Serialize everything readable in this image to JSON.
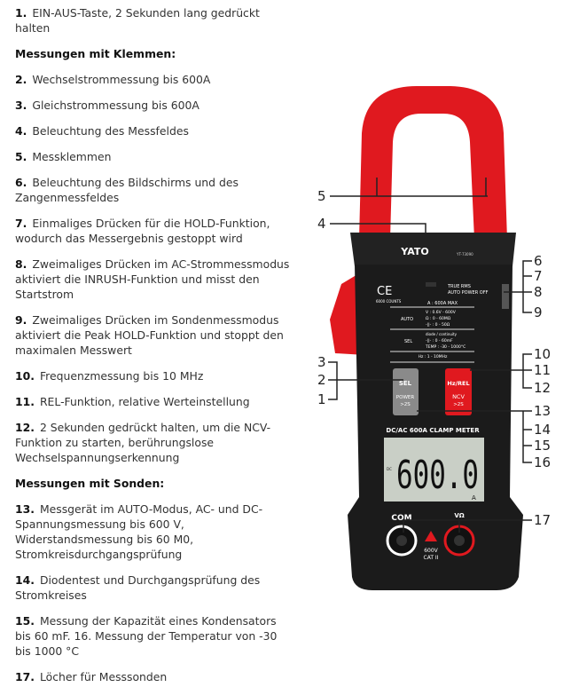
{
  "items": [
    {
      "num": "1.",
      "text": "EIN-AUS-Taste, 2 Sekunden lang gedrückt halten"
    },
    {
      "heading": "Messungen mit Klemmen:"
    },
    {
      "num": "2.",
      "text": "Wechselstrommessung bis 600A"
    },
    {
      "num": "3.",
      "text": "Gleichstrommessung bis 600A"
    },
    {
      "num": "4.",
      "text": "Beleuchtung des Messfeldes"
    },
    {
      "num": "5.",
      "text": "Messklemmen"
    },
    {
      "num": "6.",
      "text": "Beleuchtung des Bildschirms und des Zangenmessfeldes"
    },
    {
      "num": "7.",
      "text": "Einmaliges Drücken für die HOLD-Funktion, wodurch das Messergebnis gestoppt wird"
    },
    {
      "num": "8.",
      "text": "Zweimaliges Drücken im AC-Strommessmodus aktiviert die INRUSH-Funktion und misst den Startstrom"
    },
    {
      "num": "9.",
      "text": "Zweimaliges Drücken im Sondenmessmodus aktiviert die Peak HOLD-Funktion und stoppt den maximalen Messwert"
    },
    {
      "num": "10.",
      "text": "Frequenzmessung bis 10 MHz"
    },
    {
      "num": "11.",
      "text": "REL-Funktion, relative Werteinstellung"
    },
    {
      "num": "12.",
      "text": "2 Sekunden gedrückt halten, um die NCV-Funktion zu starten, berührungslose Wechselspannungserkennung"
    },
    {
      "heading": "Messungen mit Sonden:"
    },
    {
      "num": "13.",
      "text": "Messgerät im AUTO-Modus, AC- und DC-Spannungsmessung bis 600 V, Widerstandsmessung bis 60 M0, Stromkreisdurchgangsprüfung"
    },
    {
      "num": "14.",
      "text": "Diodentest und Durchgangsprüfung des Stromkreises"
    },
    {
      "num": "15.",
      "text": "Messung der Kapazität eines Kondensators bis 60 mF. 16. Messung der Temperatur von -30 bis 1000 °C"
    },
    {
      "num": "17.",
      "text": "Löcher für Messsonden"
    }
  ],
  "device": {
    "brand": "YATO",
    "model": "YT-73090",
    "ce": "CE",
    "counts": "6000 COUNTS",
    "true_rms": "TRUE RMS",
    "auto_power_off": "AUTO POWER OFF",
    "max": "A : 600A MAX",
    "auto_label": "AUTO",
    "auto_lines": [
      "V : 0.6V - 600V",
      "Ω : 0 - 60MΩ",
      "-||- : 0 - 50Ω"
    ],
    "sel_label": "SEL",
    "sel_lines": [
      "diode / continuity",
      "-||- : 0 - 60mF",
      "TEMP : -30 - 1000°C"
    ],
    "hz": "Hz : 1 - 10MHz",
    "btn_sel": "SEL",
    "btn_power": "POWER",
    "btn_power_sub": ">2S",
    "btn_hzrel": "Hz/REL",
    "btn_ncv": "NCV",
    "btn_ncv_sub": ">2S",
    "title": "DC/AC 600A CLAMP METER",
    "lcd_mode": "DC",
    "lcd_value": "600.0",
    "lcd_unit": "A",
    "com": "COM",
    "vohm": "VΩ",
    "rating": "600V",
    "cat": "CAT II"
  },
  "callouts": [
    "1",
    "2",
    "3",
    "4",
    "5",
    "6",
    "7",
    "8",
    "9",
    "10",
    "11",
    "12",
    "13",
    "14",
    "15",
    "16",
    "17"
  ],
  "colors": {
    "red": "#e0191f",
    "body": "#1b1b1b",
    "lcd": "#c9cfc6"
  }
}
